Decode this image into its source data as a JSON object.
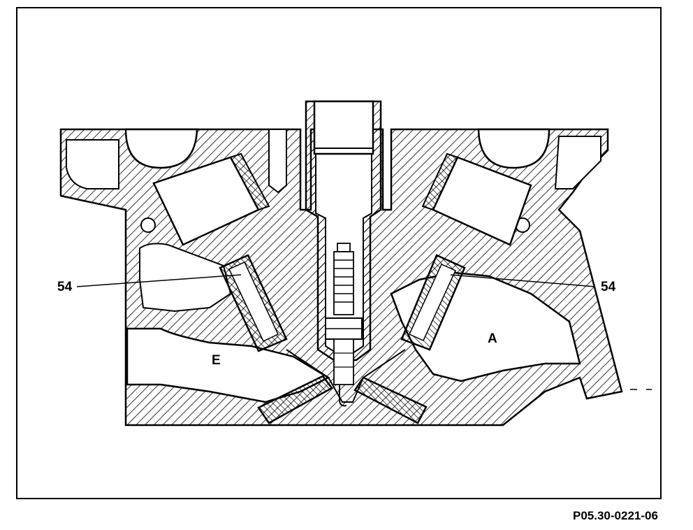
{
  "labels": {
    "part_left": "54",
    "part_right": "54",
    "intake_port": "E",
    "exhaust_port": "A"
  },
  "figure_code": "P05.30-0221-06",
  "colors": {
    "line": "#000000",
    "background": "#ffffff"
  }
}
